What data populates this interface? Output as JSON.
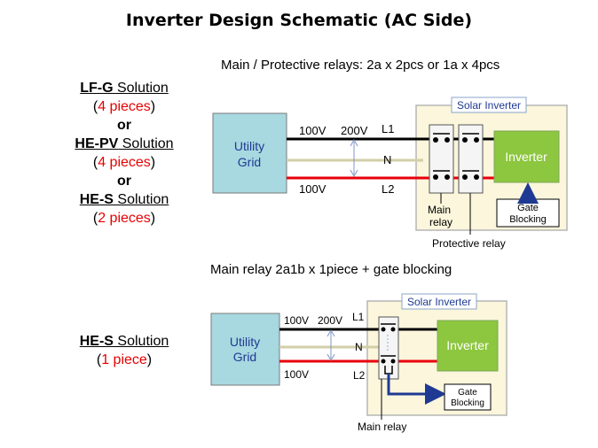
{
  "title": "Inverter Design Schematic (AC Side)",
  "solutions_top": [
    {
      "name": "LF-G",
      "suffix": " Solution",
      "count": "4 pieces"
    },
    {
      "connector": "or"
    },
    {
      "name": "HE-PV",
      "suffix": " Solution",
      "count": "4 pieces"
    },
    {
      "connector": "or"
    },
    {
      "name": "HE-S",
      "suffix": " Solution",
      "count": "2 pieces"
    }
  ],
  "solution_bottom": {
    "name": "HE-S",
    "suffix": " Solution",
    "count": "1 piece"
  },
  "diagram_top": {
    "caption": "Main / Protective relays: 2a x 2pcs or 1a x 4pcs",
    "grid_line1": "Utility",
    "grid_line2": "Grid",
    "label_100v_a": "100V",
    "label_200v": "200V",
    "label_l1": "L1",
    "label_n": "N",
    "label_100v_b": "100V",
    "label_l2": "L2",
    "solar_inverter": "Solar Inverter",
    "inverter": "Inverter",
    "gate_line1": "Gate",
    "gate_line2": "Blocking",
    "main_relay_line1": "Main",
    "main_relay_line2": "relay",
    "protective_relay": "Protective relay"
  },
  "diagram_bottom": {
    "caption": "Main relay 2a1b x 1piece +  gate blocking",
    "grid_line1": "Utility",
    "grid_line2": "Grid",
    "label_100v_a": "100V",
    "label_200v": "200V",
    "label_l1": "L1",
    "label_n": "N",
    "label_100v_b": "100V",
    "label_l2": "L2",
    "solar_inverter": "Solar Inverter",
    "inverter": "Inverter",
    "gate_line1": "Gate",
    "gate_line2": "Blocking",
    "main_relay": "Main relay"
  },
  "colors": {
    "utility_fill": "#a8d8e0",
    "inverter_fill": "#8dc63f",
    "solar_box_fill": "#fbf6dc",
    "line_l1": "#000000",
    "line_n": "#d2cfa8",
    "line_l2": "#e8000b",
    "arrow": "#1f3a93",
    "red_text": "#e60000"
  }
}
